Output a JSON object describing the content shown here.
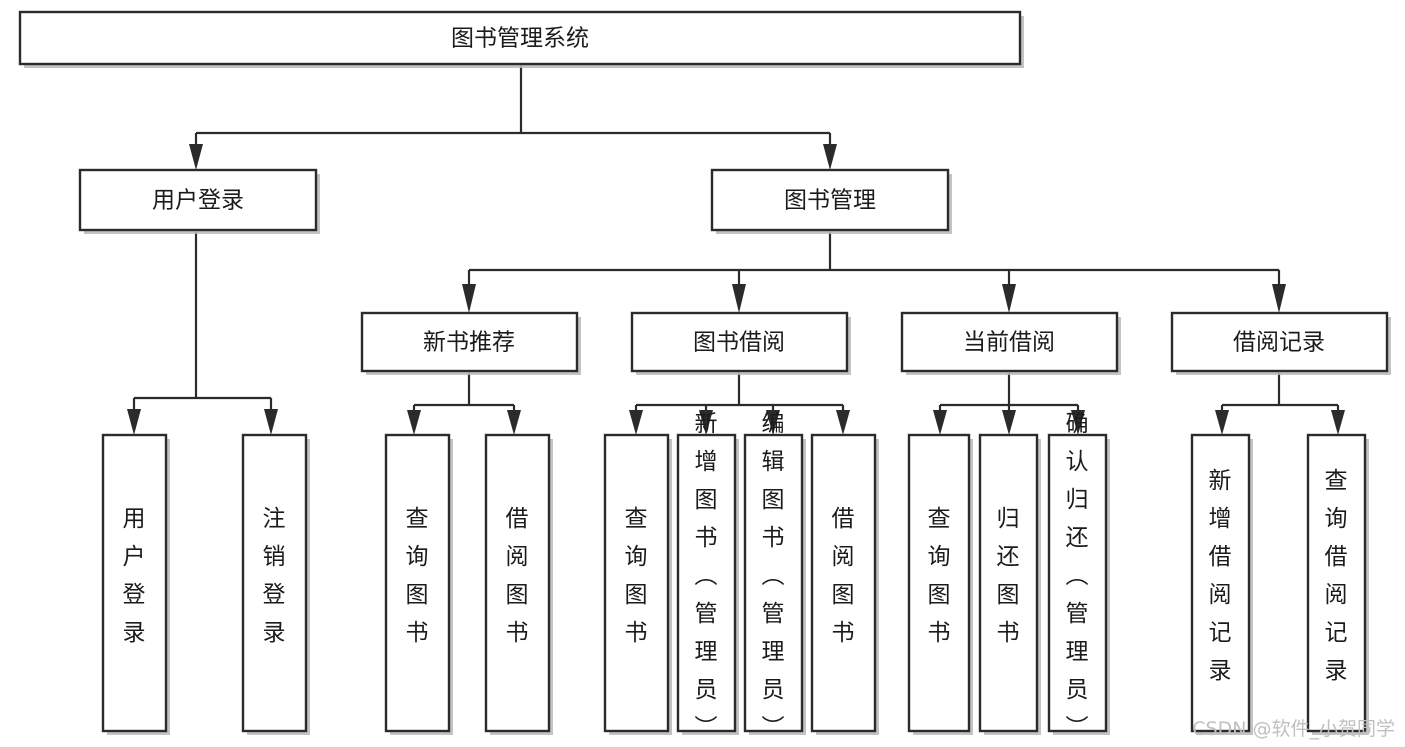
{
  "diagram": {
    "type": "tree-hierarchy-chart",
    "title_text": "图书管理系统",
    "orientation": "top-down",
    "box_fill": "#ffffff",
    "box_stroke": "#2b2b2b",
    "text_color": "#1b1b1b"
  },
  "root": {
    "label": "图书管理系统"
  },
  "level2": [
    {
      "label": "用户登录"
    },
    {
      "label": "图书管理"
    }
  ],
  "level3": [
    {
      "label": "新书推荐"
    },
    {
      "label": "图书借阅"
    },
    {
      "label": "当前借阅"
    },
    {
      "label": "借阅记录"
    }
  ],
  "leaves": {
    "user_login": [
      {
        "label": "用户登录"
      },
      {
        "label": "注销登录"
      }
    ],
    "new_book": [
      {
        "label": "查询图书"
      },
      {
        "label": "借阅图书"
      }
    ],
    "book_borrow": [
      {
        "label": "查询图书"
      },
      {
        "label": "新增图书（管理员）"
      },
      {
        "label": "编辑图书（管理员）"
      },
      {
        "label": "借阅图书"
      }
    ],
    "current_borrow": [
      {
        "label": "查询图书"
      },
      {
        "label": "归还图书"
      },
      {
        "label": "确认归还（管理员）"
      }
    ],
    "borrow_record": [
      {
        "label": "新增借阅记录"
      },
      {
        "label": "查询借阅记录"
      }
    ]
  },
  "watermark": {
    "text": "CSDN @软件_小贺同学"
  }
}
